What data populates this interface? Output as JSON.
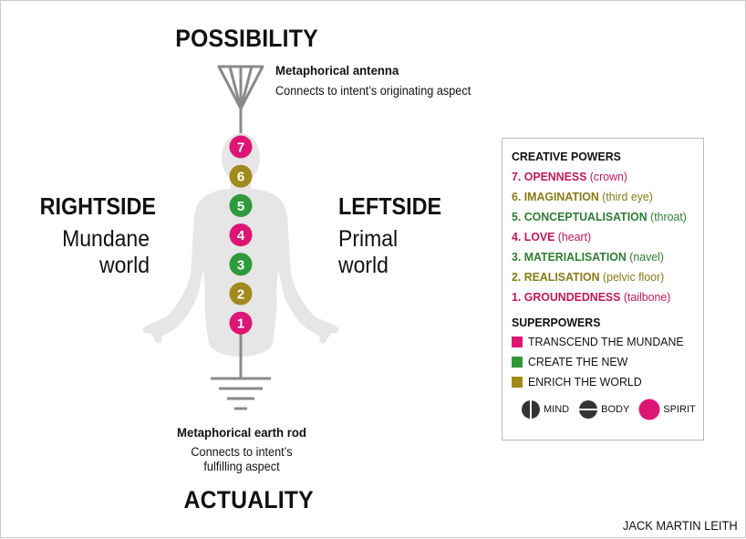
{
  "top_label": "POSSIBILITY",
  "bottom_label": "ACTUALITY",
  "antenna": {
    "title": "Metaphorical antenna",
    "text": "Connects to intent’s originating aspect"
  },
  "earth_rod": {
    "title": "Metaphorical earth rod",
    "text_line1": "Connects to intent’s",
    "text_line2": "fulfilling aspect"
  },
  "rightside": {
    "title": "RIGHTSIDE",
    "line1": "Mundane",
    "line2": "world"
  },
  "leftside": {
    "title": "LEFTSIDE",
    "line1": "Primal",
    "line2": "world"
  },
  "colors": {
    "spirit": "#dd1675",
    "imagination": "#a08a1c",
    "green": "#2f9a3a",
    "body": "#e6e6e6",
    "rod": "#8a8a8a"
  },
  "powers": [
    {
      "num": "7",
      "name": "OPENNESS",
      "loc": "(crown)",
      "color": "#c2185b"
    },
    {
      "num": "6",
      "name": "IMAGINATION",
      "loc": "(third eye)",
      "color": "#8a7a14"
    },
    {
      "num": "5",
      "name": "CONCEPTUALISATION",
      "loc": "(throat)",
      "color": "#2e7d32"
    },
    {
      "num": "4",
      "name": "LOVE",
      "loc": "(heart)",
      "color": "#c2185b"
    },
    {
      "num": "3",
      "name": "MATERIALISATION",
      "loc": "(navel)",
      "color": "#2e7d32"
    },
    {
      "num": "2",
      "name": "REALISATION",
      "loc": "(pelvic floor)",
      "color": "#8a7a14"
    },
    {
      "num": "1",
      "name": "GROUNDEDNESS",
      "loc": "(tailbone)",
      "color": "#c2185b"
    }
  ],
  "chakras": [
    {
      "num": "7",
      "color": "#dd1675"
    },
    {
      "num": "6",
      "color": "#a08a1c"
    },
    {
      "num": "5",
      "color": "#2f9a3a"
    },
    {
      "num": "4",
      "color": "#dd1675"
    },
    {
      "num": "3",
      "color": "#2f9a3a"
    },
    {
      "num": "2",
      "color": "#a08a1c"
    },
    {
      "num": "1",
      "color": "#dd1675"
    }
  ],
  "legend": {
    "creative_title": "CREATIVE POWERS",
    "super_title": "SUPERPOWERS",
    "superpowers": [
      {
        "label": "TRANSCEND THE MUNDANE",
        "color": "#dd1675"
      },
      {
        "label": "CREATE THE NEW",
        "color": "#2f9a3a"
      },
      {
        "label": "ENRICH THE WORLD",
        "color": "#a08a1c"
      }
    ],
    "key": {
      "mind": "MIND",
      "body": "BODY",
      "spirit": "SPIRIT"
    }
  },
  "credit": "JACK MARTIN LEITH"
}
